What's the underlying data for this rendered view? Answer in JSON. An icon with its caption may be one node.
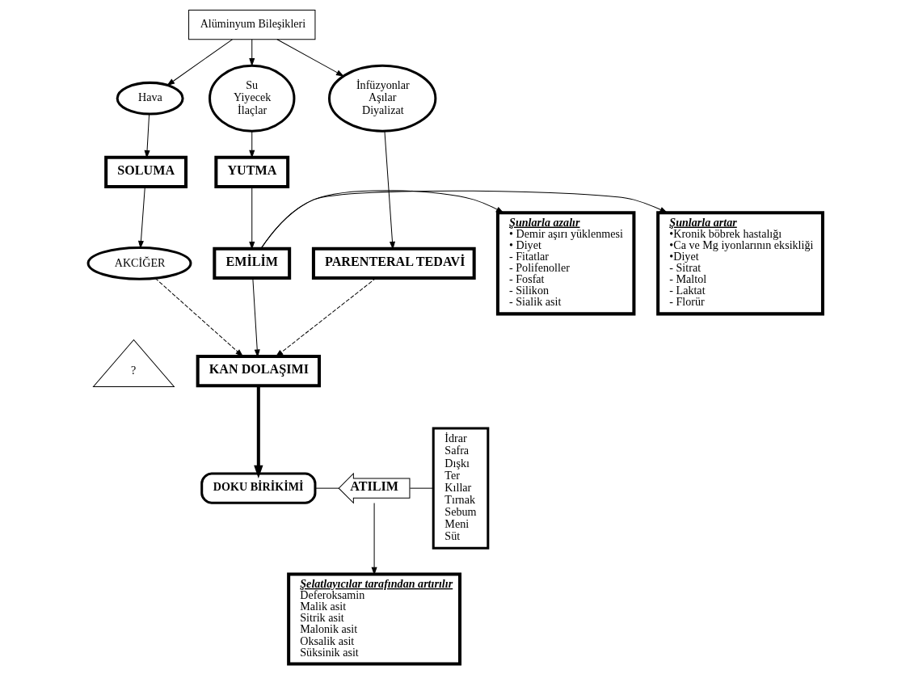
{
  "diagram": {
    "nodes": [
      {
        "text": [
          "Alüminyum Bileşikleri"
        ]
      },
      {
        "text": [
          "Hava"
        ]
      },
      {
        "text": [
          "Su Yiyecek İlaçlar"
        ]
      },
      {
        "text": [
          "İnfüzyonlar Aşılar Diyalizat"
        ]
      },
      {
        "text": [
          "SOLUMA"
        ]
      },
      {
        "text": [
          "AKCİĞER"
        ]
      },
      {
        "text": [
          "?"
        ]
      },
      {
        "text": [
          "YUTMA"
        ]
      },
      {
        "text": [
          "PARENTERAL TEDAVİ"
        ]
      },
      {
        "text": [
          "Şunlarla azalır",
          "• Demir aşırı yüklenmesi",
          "• Diyet",
          "- Fitatlar",
          "- Polifenoller",
          "- Fosfat",
          "- Silikon",
          "- Sialik asit"
        ]
      },
      {
        "text": [
          "EMİLİM"
        ]
      },
      {
        "text": [
          "Şunlarla artar",
          "•Kronik böbrek hastalığı",
          "•Ca ve Mg iyonlarının eksikliği",
          "•Diyet",
          "- Sitrat",
          "- Maltol",
          "- Laktat",
          "- Florür"
        ]
      },
      {
        "text": [
          "KAN DOLAŞIMI"
        ]
      },
      {
        "text": [
          "İdrar",
          "Safra",
          "Dışkı",
          "Ter",
          "Kıllar",
          "Tırnak",
          "Sebum",
          "Meni",
          "Süt"
        ]
      },
      {
        "text": [
          "ATILIM"
        ]
      },
      {
        "text": [
          "DOKU BİRİKİMİ"
        ]
      },
      {
        "text": [
          "Şelatlayıcılar tarafından artırılır",
          "Deferoksamin",
          "Malik asit",
          "Sitrik asit",
          "Malonik asit",
          "Oksalik asit",
          "Süksinik asit"
        ]
      }
    ],
    "edges": [
      {
        "from": 0,
        "to": 1,
        "arrow": "to"
      },
      {
        "from": 0,
        "to": 2,
        "arrow": "to"
      },
      {
        "from": 0,
        "to": 3,
        "arrow": "to"
      },
      {
        "from": 1,
        "to": 4,
        "arrow": "to"
      },
      {
        "from": 4,
        "to": 5,
        "arrow": "to"
      },
      {
        "from": 2,
        "to": 7,
        "arrow": "to"
      },
      {
        "from": 3,
        "to": 8,
        "arrow": "to"
      },
      {
        "from": 5,
        "to": 12,
        "arrow": "to",
        "style": "dashed"
      },
      {
        "from": 8,
        "to": 12,
        "arrow": "to",
        "style": "dashed"
      },
      {
        "from": 7,
        "to": 10,
        "arrow": "to"
      },
      {
        "from": 10,
        "to": 9,
        "arrow": "to"
      },
      {
        "from": 10,
        "to": 11,
        "arrow": "to"
      },
      {
        "from": 10,
        "to": 12,
        "arrow": "to"
      },
      {
        "from": 12,
        "to": 15,
        "arrow": "to",
        "style": "thick"
      },
      {
        "from": 15,
        "to": 14,
        "arrow": "none"
      },
      {
        "from": 14,
        "to": 13,
        "arrow": "none"
      },
      {
        "from": 14,
        "to": 16,
        "arrow": "to"
      }
    ]
  }
}
